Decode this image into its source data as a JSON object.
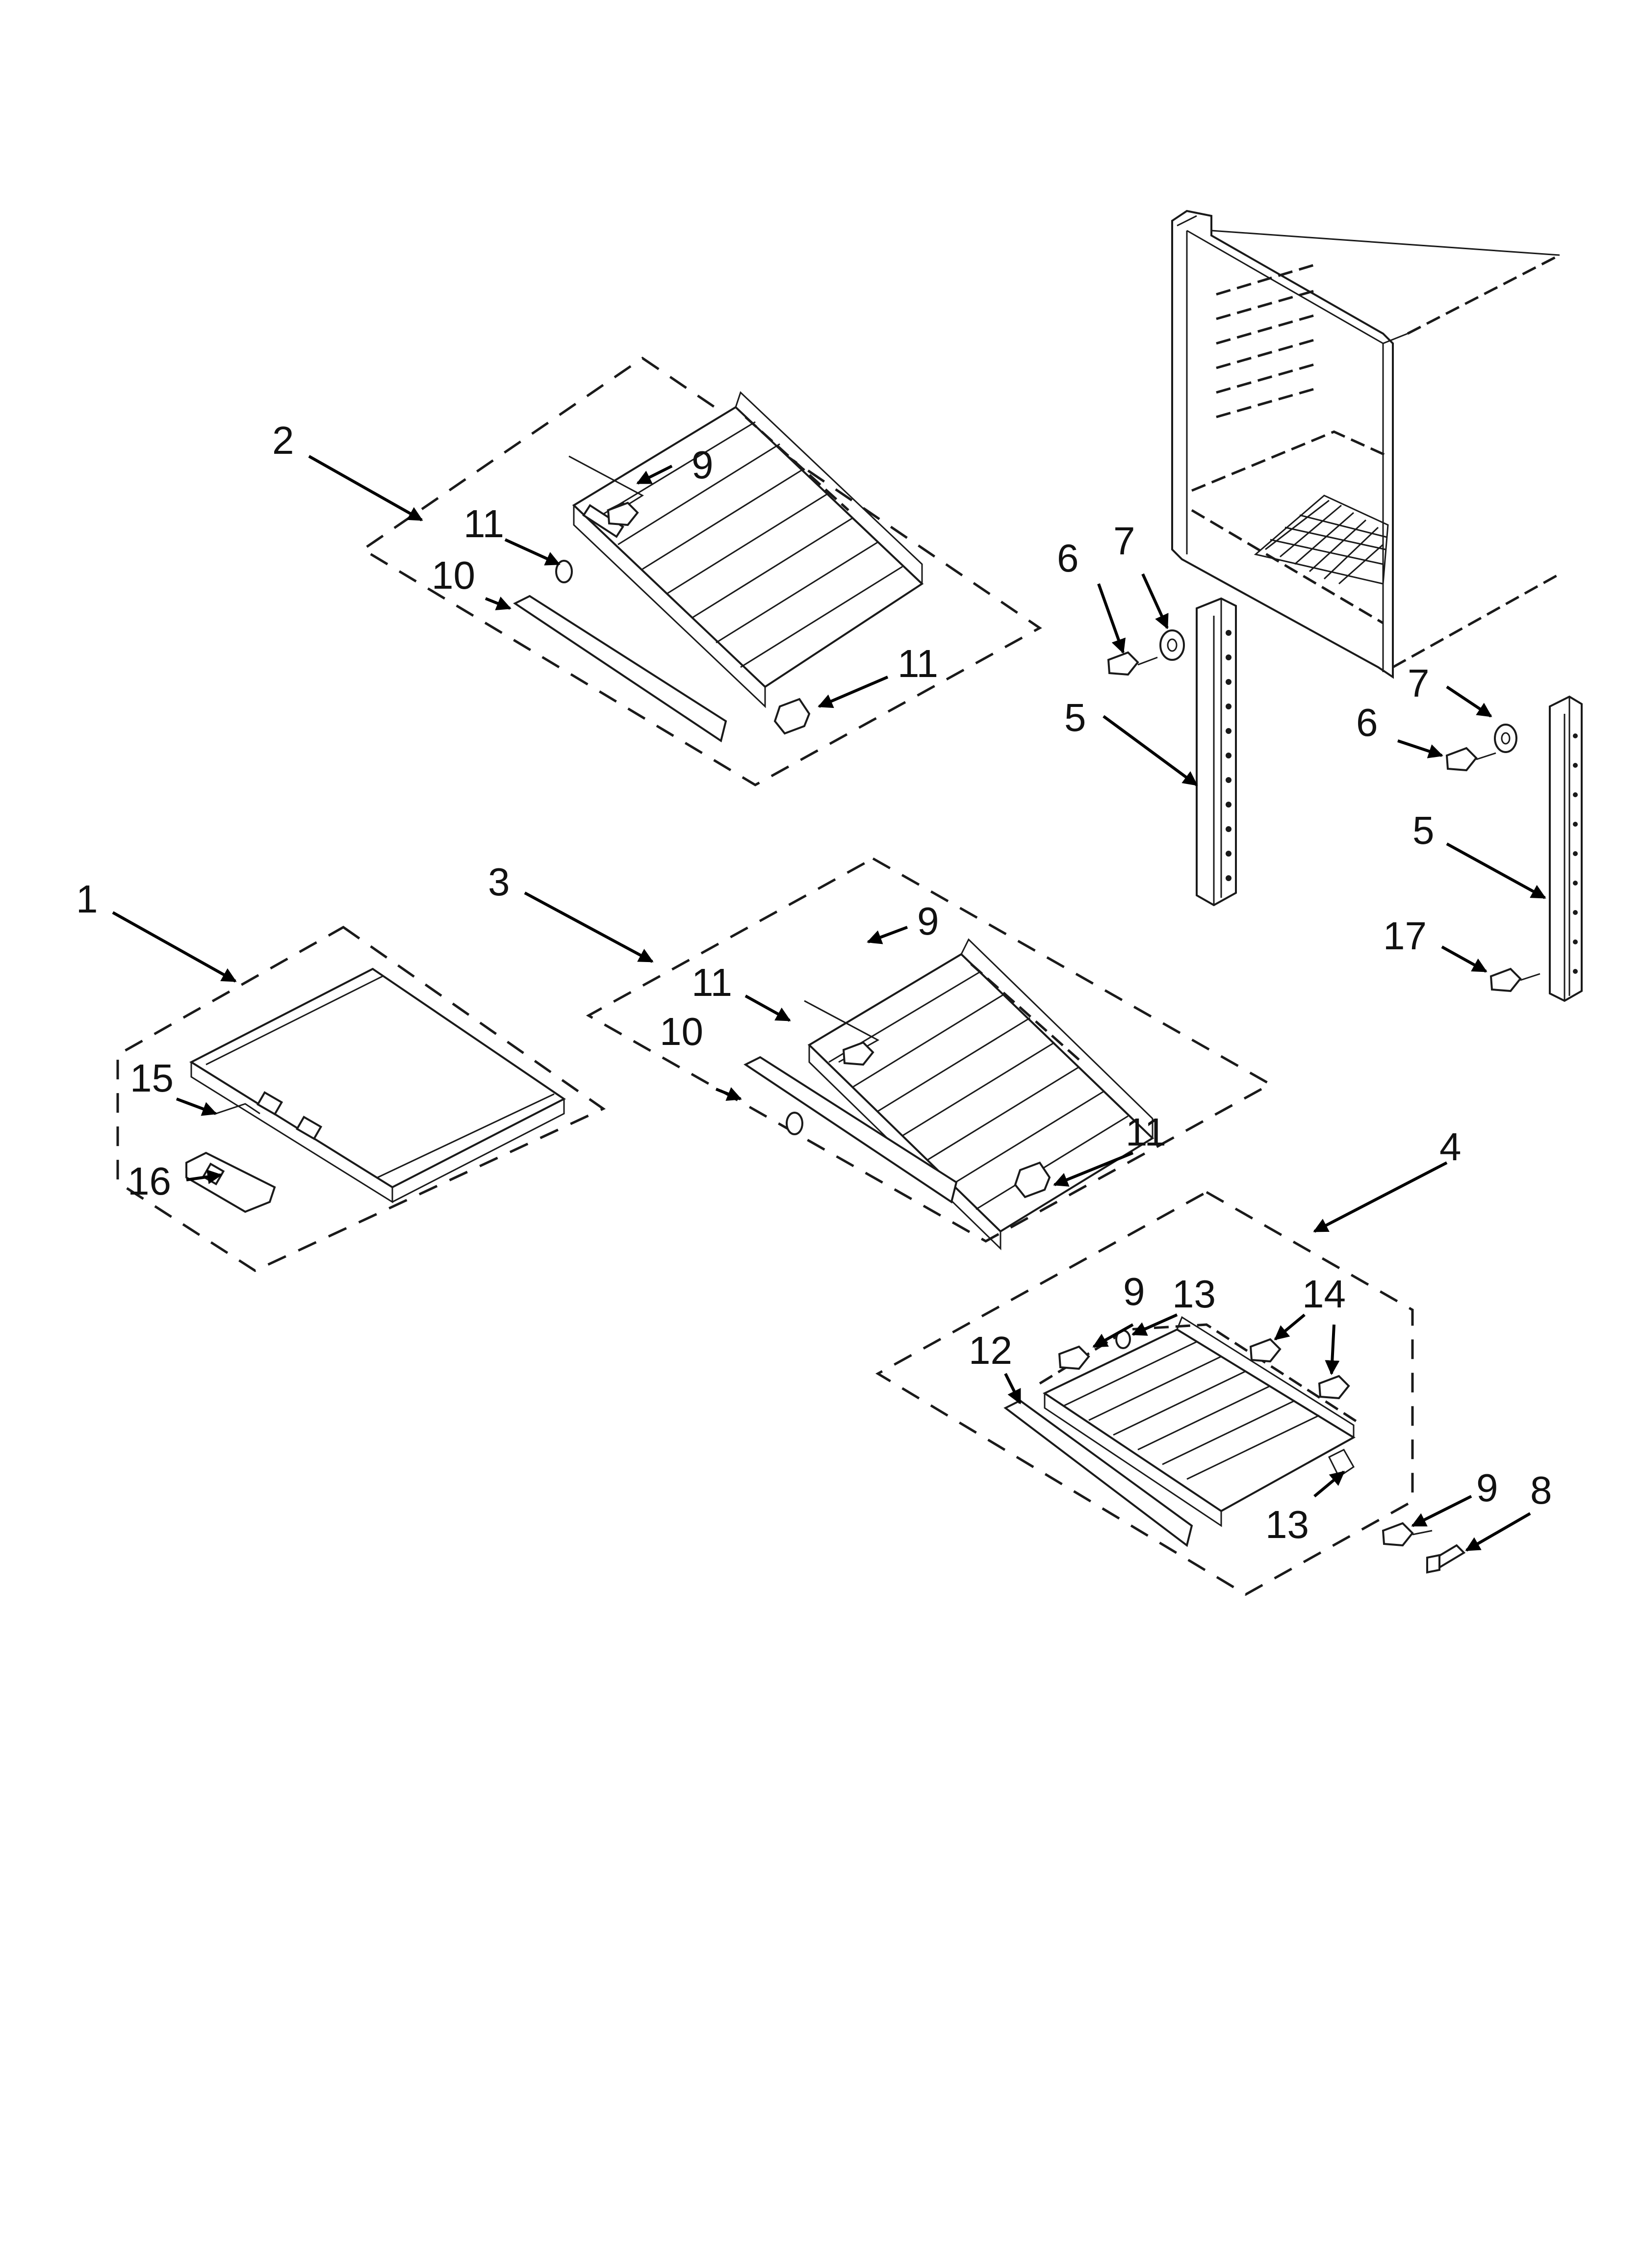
{
  "callouts": {
    "c1": "1",
    "c2": "2",
    "c3": "3",
    "c4": "4",
    "c5a": "5",
    "c5b": "5",
    "c6a": "6",
    "c6b": "6",
    "c7a": "7",
    "c7b": "7",
    "c8": "8",
    "c9a": "9",
    "c9b": "9",
    "c9c": "9",
    "c9d": "9",
    "c10a": "10",
    "c10b": "10",
    "c11a": "11",
    "c11b": "11",
    "c11c": "11",
    "c11d": "11",
    "c12": "12",
    "c13a": "13",
    "c13b": "13",
    "c14": "14",
    "c15": "15",
    "c16": "16",
    "c17": "17"
  },
  "colors": {
    "line": "#1a1a1a",
    "background": "#ffffff"
  }
}
